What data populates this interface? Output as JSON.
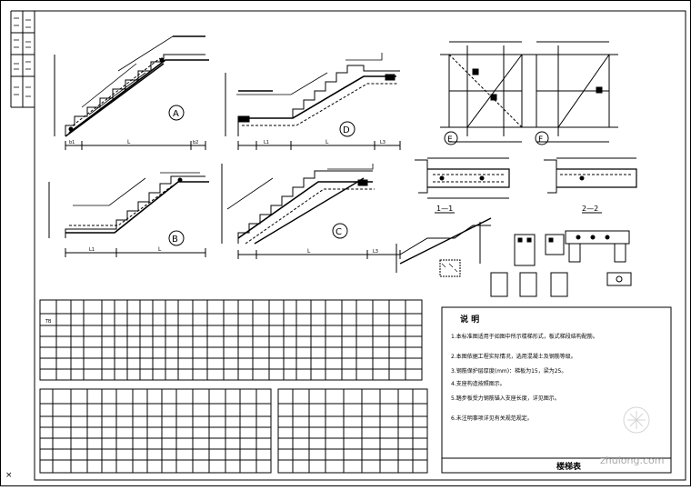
{
  "drawing": {
    "stair_labels": [
      "A",
      "D",
      "B",
      "C"
    ],
    "section_labels": [
      "E",
      "F"
    ],
    "section_cuts": [
      "1—1",
      "2—2"
    ],
    "notes_heading": "说  明",
    "notes": [
      "1.本标准图适用于如图中所示楼梯形式，板式梯段结构配筋。",
      "2.本图依据工程实际情况，选用混凝土及钢筋等级。",
      "3.钢筋保护层厚度(mm)：梯板为15，梁为25。",
      "4.支座构造按照图示。",
      "5.踏步板受力钢筋锚入支座长度，详见图示。",
      "6.未注明事项详见有关规范规定。"
    ],
    "sheet_title": "楼梯表",
    "watermark": "zhulong.com"
  }
}
